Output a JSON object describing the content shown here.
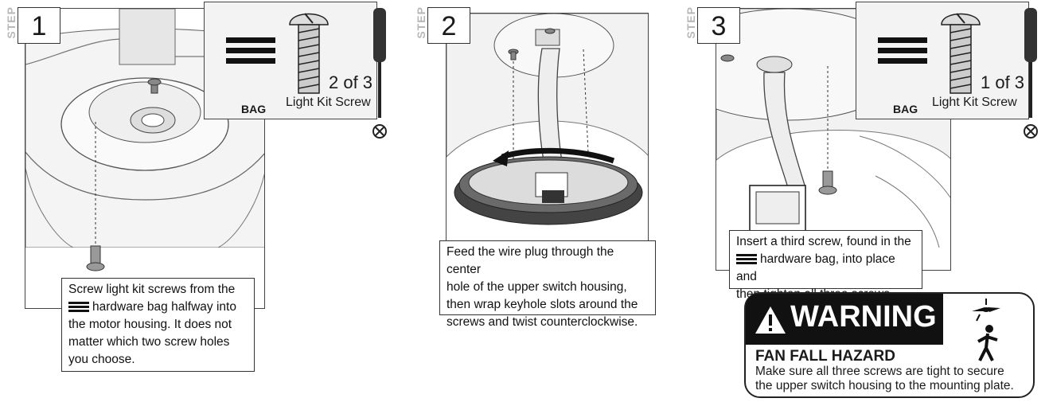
{
  "steps": [
    {
      "tag": "STEP",
      "number": "1",
      "bag": {
        "label": "BAG",
        "count": "2 of 3",
        "item": "Light Kit Screw"
      },
      "caption": [
        "Screw light kit screws from the",
        "hardware bag halfway into",
        "the motor housing. It does not",
        "matter which two screw holes",
        "you choose."
      ]
    },
    {
      "tag": "STEP",
      "number": "2",
      "caption": [
        "Feed the wire plug through the center",
        "hole of the upper switch housing,",
        "then wrap keyhole slots around the",
        "screws and twist counterclockwise."
      ]
    },
    {
      "tag": "STEP",
      "number": "3",
      "bag": {
        "label": "BAG",
        "count": "1 of 3",
        "item": "Light Kit Screw"
      },
      "caption": [
        "Insert a third screw, found in the",
        "hardware bag, into place and",
        "then tighten all three screws."
      ]
    }
  ],
  "warning": {
    "heading": "WARNING",
    "title": "FAN FALL HAZARD",
    "text": [
      "Make sure all three screws are tight to secure",
      "the upper switch housing to the mounting plate."
    ]
  },
  "icons": [
    "screwdriver-icon",
    "screw-icon",
    "warning-triangle-icon",
    "falling-fan-person-icon",
    "bag-bars-icon"
  ]
}
